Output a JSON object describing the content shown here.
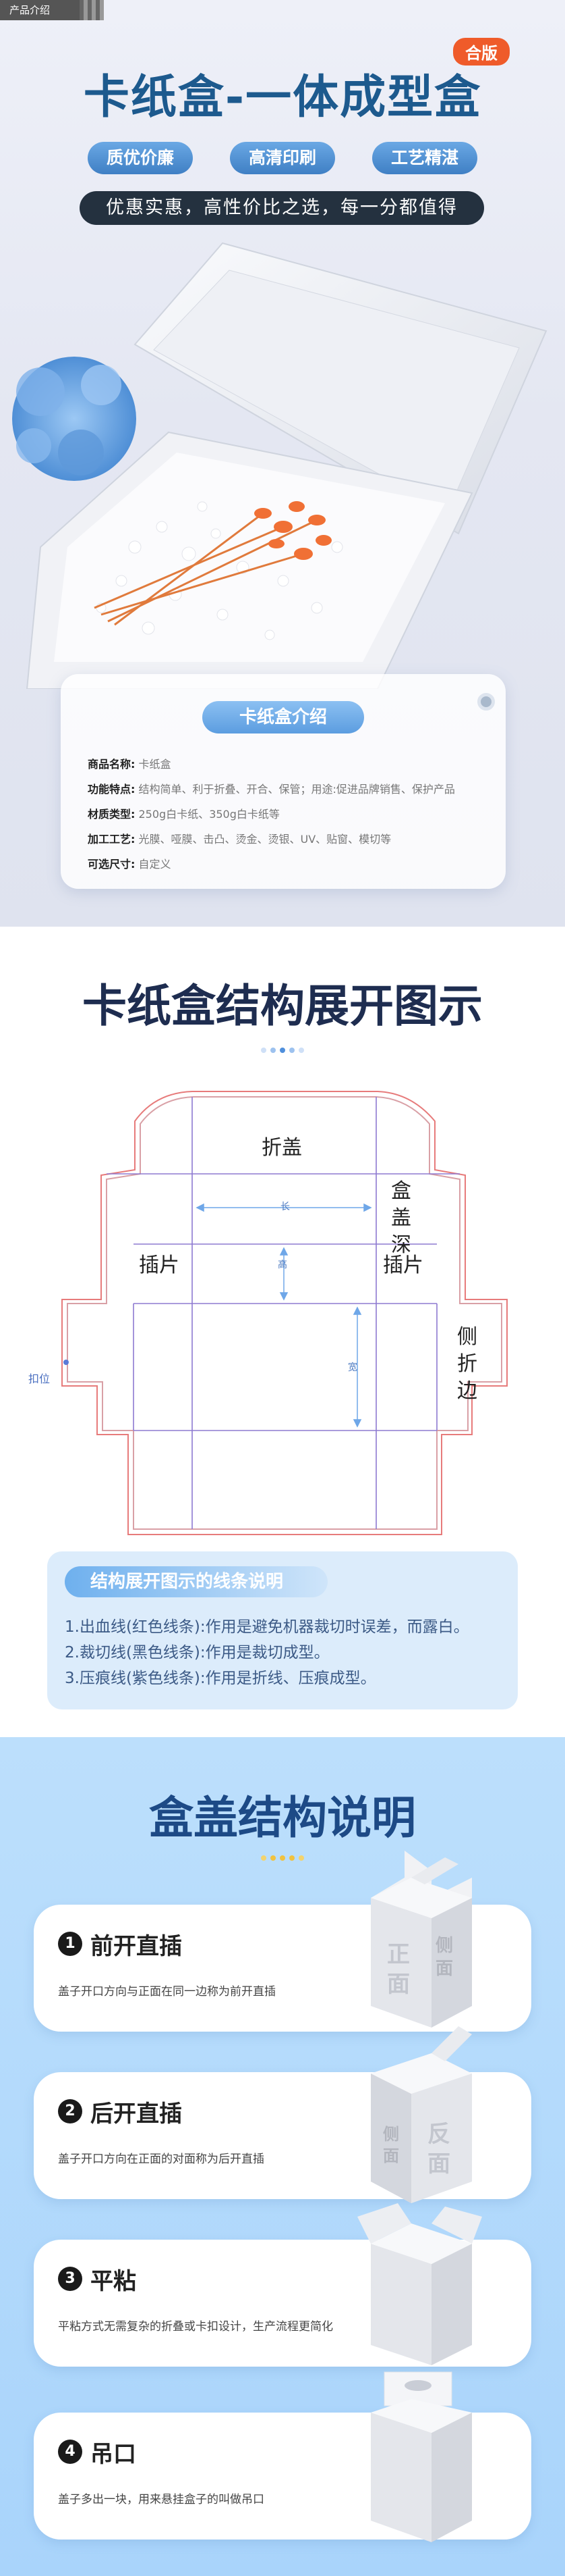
{
  "top_tab": {
    "label": "产品介绍"
  },
  "hero": {
    "title": "卡纸盒-一体成型盒",
    "badge": "合版",
    "pills": [
      "质优价廉",
      "高清印刷",
      "工艺精湛"
    ],
    "slogan": "优惠实惠，高性价比之选，每一分都值得"
  },
  "intro": {
    "heading": "卡纸盒介绍",
    "rows": [
      {
        "label": "商品名称:",
        "value": "卡纸盒"
      },
      {
        "label": "功能特点:",
        "value": "结构简单、利于折叠、开合、保管；用途:促进品牌销售、保护产品"
      },
      {
        "label": "材质类型:",
        "value": "250g白卡纸、350g白卡纸等"
      },
      {
        "label": "加工工艺:",
        "value": "光膜、哑膜、击凸、烫金、烫银、UV、贴窗、模切等"
      },
      {
        "label": "可选尺寸:",
        "value": "自定义"
      }
    ]
  },
  "structure": {
    "title": "卡纸盒结构展开图示",
    "labels": {
      "lid": "折盖",
      "lid_depth": [
        "盒",
        "盖",
        "深"
      ],
      "insert_left": "插片",
      "insert_right": "插片",
      "side": [
        "侧",
        "折",
        "边"
      ],
      "length": "长",
      "height": "高",
      "width": "宽",
      "tab": "扣位"
    },
    "legend_heading": "结构展开图示的线条说明",
    "legend": [
      "1.出血线(红色线条):作用是避免机器裁切时误差，而露白。",
      "2.裁切线(黑色线条):作用是裁切成型。",
      "3.压痕线(紫色线条):作用是折线、压痕成型。"
    ]
  },
  "lids": {
    "title": "盒盖结构说明",
    "items": [
      {
        "num": "1",
        "title": "前开直插",
        "desc": "盖子开口方向与正面在同一边称为前开直插",
        "face": "正面",
        "side": "侧面"
      },
      {
        "num": "2",
        "title": "后开直插",
        "desc": "盖子开口方向在正面的对面称为后开直插",
        "face": "反面",
        "side": "侧面"
      },
      {
        "num": "3",
        "title": "平粘",
        "desc": "平粘方式无需复杂的折叠或卡扣设计，生产流程更简化"
      },
      {
        "num": "4",
        "title": "吊口",
        "desc": "盖子多出一块，用来悬挂盒子的叫做吊口"
      }
    ]
  },
  "colors": {
    "brand_blue": "#1d5a8e",
    "accent_orange": "#ef5b2a",
    "bleed_red": "#e05a5a",
    "crease_purple": "#8a6cc4"
  }
}
